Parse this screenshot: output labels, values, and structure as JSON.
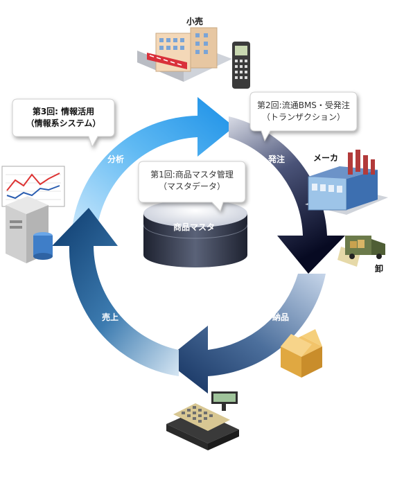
{
  "labels": {
    "retail": "小売",
    "maker": "メーカ",
    "wholesale": "卸",
    "order": "発注",
    "delivery": "納品",
    "sales": "売上",
    "analysis": "分析",
    "center_db": "商品マスタ"
  },
  "bubbles": {
    "round1": {
      "line1": "第1回:商品マスタ管理",
      "line2": "（マスタデータ）"
    },
    "round2": {
      "line1": "第2回:流通BMS・受発注",
      "line2": "（トランザクション）"
    },
    "round3": {
      "line1": "第3回: 情報活用",
      "line2": "（情報系システム）"
    }
  },
  "colors": {
    "arrow_top_left": "#3da9f0",
    "arrow_right_dark": "#0e1640",
    "arrow_bottom_left": "#1a4a7f",
    "db_body": "#2b3040",
    "db_top": "#eef0f6"
  }
}
